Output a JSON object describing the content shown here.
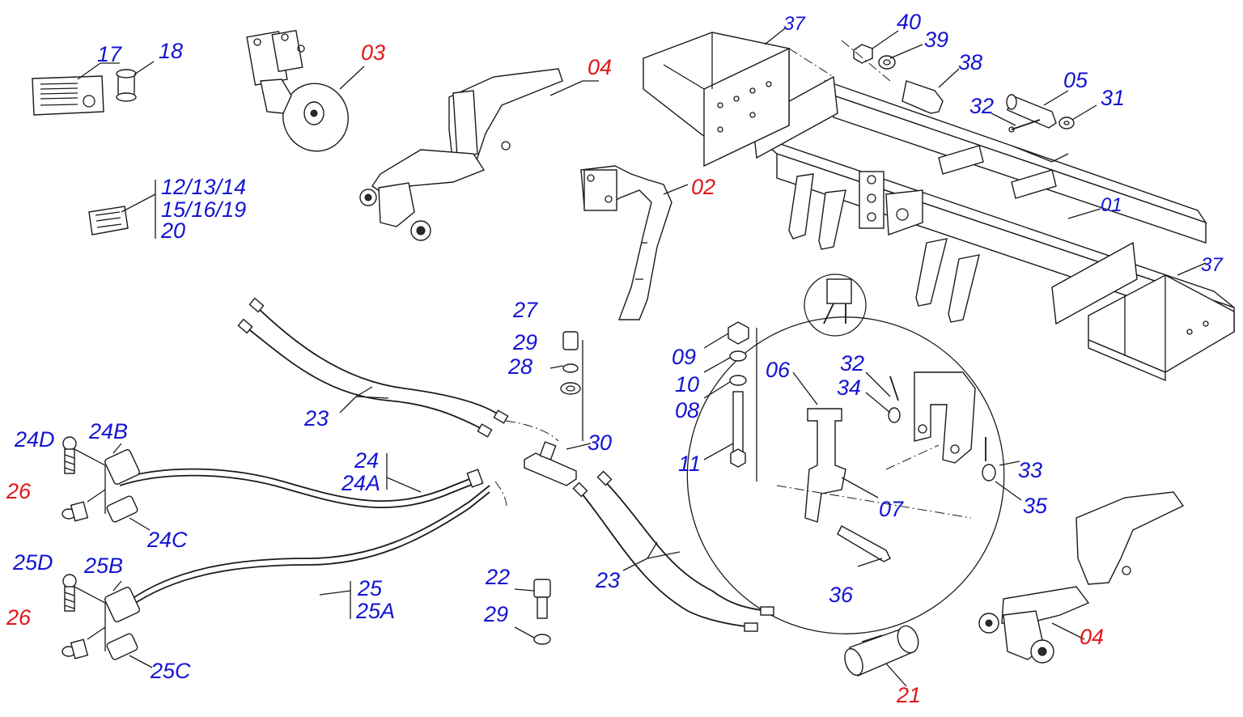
{
  "colors": {
    "label_blue": "#1414d2",
    "label_red": "#e01818",
    "line": "#1a1a1a",
    "background": "#ffffff"
  },
  "labels": {
    "l17": "17",
    "l18": "18",
    "l03": "03",
    "l04_top": "04",
    "l12_13_14": "12/13/14",
    "l15_16_19": "15/16/19",
    "l20": "20",
    "l02": "02",
    "l37_top": "37",
    "l40": "40",
    "l39": "39",
    "l38": "38",
    "l05": "05",
    "l32_top": "32",
    "l31": "31",
    "l01": "01",
    "l37_right": "37",
    "l27": "27",
    "l29_top": "29",
    "l28": "28",
    "l23_top": "23",
    "l30": "30",
    "l09": "09",
    "l10": "10",
    "l08": "08",
    "l11": "11",
    "l06": "06",
    "l32_mid": "32",
    "l34": "34",
    "l33": "33",
    "l35": "35",
    "l07": "07",
    "l36": "36",
    "l24D": "24D",
    "l24B": "24B",
    "l26_top": "26",
    "l24C": "24C",
    "l24": "24",
    "l24A": "24A",
    "l25D": "25D",
    "l25B": "25B",
    "l26_bottom": "26",
    "l25C": "25C",
    "l25": "25",
    "l25A": "25A",
    "l22": "22",
    "l29_bottom": "29",
    "l23_bottom": "23",
    "l04_bottom": "04",
    "l21": "21"
  }
}
